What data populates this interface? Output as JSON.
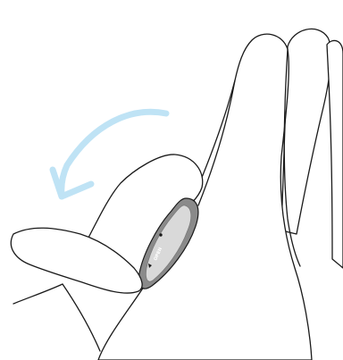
{
  "diagram": {
    "dial_label": "OPEN",
    "rotation_direction": "counter-clockwise"
  },
  "colors": {
    "arrow": "#bfe3f5",
    "outline": "#1a1a1a",
    "dial_rim": "#8a8a8a",
    "dial_face": "#d9d9d9",
    "dial_text": "#ffffff",
    "background": "#ffffff"
  },
  "icons": {
    "arrow": "rotate-counterclockwise-arrow",
    "device": "round-dial"
  }
}
